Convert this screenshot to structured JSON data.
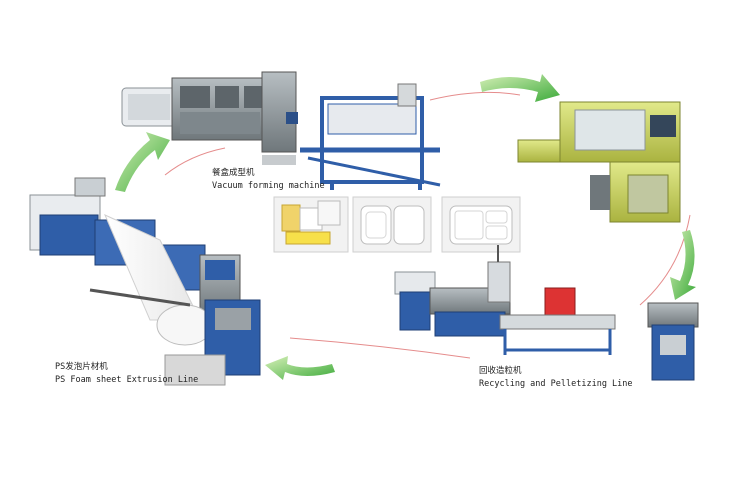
{
  "captions": {
    "vacuum_forming_cn": "餐盒成型机",
    "vacuum_forming_en": "Vacuum forming machine",
    "ps_foam_cn": "PS发泡片材机",
    "ps_foam_en": "PS Foam sheet Extrusion Line",
    "recycling_cn": "回收造粒机",
    "recycling_en": "Recycling and Pelletizing Line"
  },
  "colors": {
    "frame_blue": "#2f5ea8",
    "machine_grey": "#8f979b",
    "machine_green": "#cfd95a",
    "arrow_green": "#4db84a",
    "arc_red": "#e58c8c"
  },
  "icons": {
    "flow_arrow": "green-curved-arrow"
  }
}
